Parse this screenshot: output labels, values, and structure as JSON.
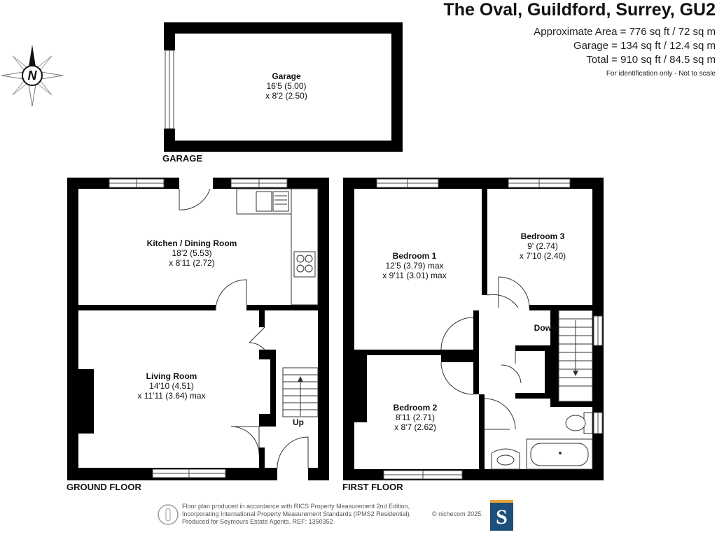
{
  "header": {
    "title": "The Oval, Guildford, Surrey, GU2",
    "area_line": "Approximate Area = 776 sq ft / 72 sq m",
    "garage_line": "Garage = 134 sq ft / 12.4 sq m",
    "total_line": "Total = 910 sq ft / 84.5 sq m",
    "disclaimer": "For identification only - Not to scale"
  },
  "compass": {
    "label": "N",
    "icon": "compass-icon"
  },
  "rooms": {
    "garage": {
      "name": "Garage",
      "dim1": "16'5 (5.00)",
      "dim2": "x 8'2 (2.50)"
    },
    "kitchen": {
      "name": "Kitchen / Dining Room",
      "dim1": "18'2 (5.53)",
      "dim2": "x 8'11 (2.72)"
    },
    "living": {
      "name": "Living Room",
      "dim1": "14'10 (4.51)",
      "dim2": "x 11'11 (3.64) max"
    },
    "bedroom1": {
      "name": "Bedroom 1",
      "dim1": "12'5 (3.79) max",
      "dim2": "x 9'11 (3.01) max"
    },
    "bedroom2": {
      "name": "Bedroom 2",
      "dim1": "8'11 (2.71)",
      "dim2": "x 8'7 (2.62)"
    },
    "bedroom3": {
      "name": "Bedroom 3",
      "dim1": "9' (2.74)",
      "dim2": "x 7'10 (2.40)"
    }
  },
  "labels": {
    "garage_floor": "GARAGE",
    "ground_floor": "GROUND FLOOR",
    "first_floor": "FIRST FLOOR",
    "stairs_up": "Up",
    "stairs_down": "Down"
  },
  "footer": {
    "line1": "Floor plan produced in accordance with RICS Property Measurement 2nd Edition,",
    "line2": "Incorporating International Property Measurement Standards (IPMS2 Residential).",
    "line3": "Produced for Seymours Estate Agents.   REF: 1350352",
    "copyright": "© nichecom 2025.",
    "logo_letter": "S",
    "logo_color": "#1e4f7a",
    "logo_accent": "#e8a33d"
  }
}
